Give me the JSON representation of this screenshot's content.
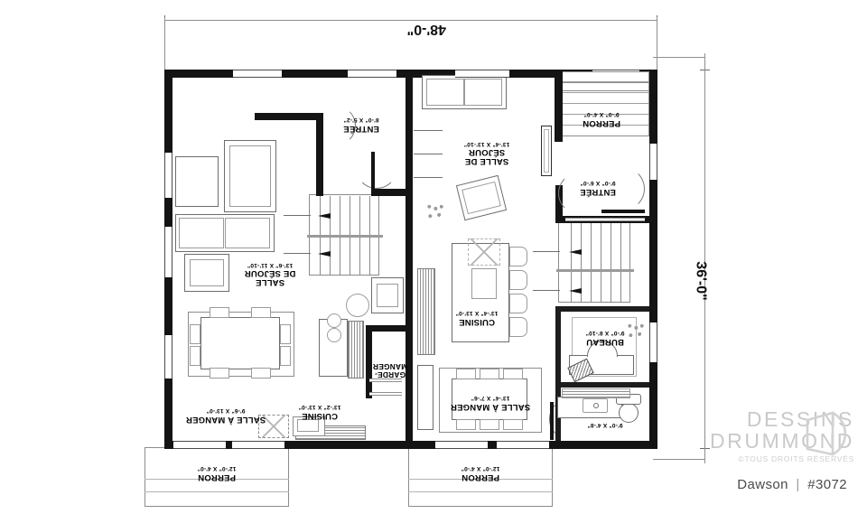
{
  "document": {
    "type": "architectural-floor-plan",
    "plan_name": "Dawson",
    "plan_number": "#3072",
    "caption_separator": "|",
    "orientation_note": "drawing rendered rotated 180 degrees"
  },
  "branding": {
    "line1": "DESSINS",
    "line2": "DRUMMOND",
    "rights": "©TOUS DROITS RÉSERVÉS",
    "logo_icon": "door-logo-icon",
    "color": "#c9c9c9"
  },
  "dimensions": {
    "overall_width": "48'-0\"",
    "overall_height": "36'-0\""
  },
  "units": [
    {
      "id": "left-unit",
      "rooms": [
        {
          "id": "perron-top-left",
          "name": "PERRON",
          "dims": "12'-0\" X 4'-0\""
        },
        {
          "id": "bathroom-left",
          "name": "",
          "dims": "9'-0\" X 4'-8\""
        },
        {
          "id": "bureau-left",
          "name": "BUREAU",
          "dims": "9'-0\" X 8'-10\""
        },
        {
          "id": "salle-a-manger-left",
          "name": "SALLE À MANGER",
          "dims": "13'-4\" X 7'-6\""
        },
        {
          "id": "cuisine-left",
          "name": "CUISINE",
          "dims": "13'-4\" X 13'-0\""
        },
        {
          "id": "salle-de-sejour-left",
          "name_line1": "SALLE DE",
          "name_line2": "SÉJOUR",
          "name": "SALLE DE SÉJOUR",
          "dims": "13'-4\" X 13'-10\""
        },
        {
          "id": "entree-left",
          "name": "ENTRÉE",
          "dims": "9'-0\" X 6'-0\""
        },
        {
          "id": "perron-bottom-left",
          "name": "PERRON",
          "dims": "9'-0\" X 4'-0\""
        }
      ]
    },
    {
      "id": "right-unit",
      "rooms": [
        {
          "id": "perron-top-right",
          "name": "PERRON",
          "dims": "12'-0\" X 4'-0\""
        },
        {
          "id": "cuisine-right",
          "name": "CUISINE",
          "dims": "13'-2\" X 13'-0\""
        },
        {
          "id": "salle-a-manger-right",
          "name": "SALLE À MANGER",
          "dims": "9'-6\" X 13'-0\""
        },
        {
          "id": "garde-manger-right",
          "name_line1": "GARDE-",
          "name_line2": "MANGER",
          "name": "GARDE-MANGER",
          "dims": ""
        },
        {
          "id": "salle-de-sejour-right",
          "name_line1": "SALLE",
          "name_line2": "DE SÉJOUR",
          "name": "SALLE DE SÉJOUR",
          "dims": "13'-6\" X 11'-10\""
        },
        {
          "id": "entree-right",
          "name": "ENTRÉE",
          "dims": "8'-0\" X 5'-2\""
        }
      ]
    }
  ],
  "colors": {
    "wall": "#141414",
    "line": "#8f8f8f",
    "text": "#000000",
    "watermark": "#c9c9c9",
    "caption": "#4b4b4b",
    "background": "#ffffff"
  }
}
